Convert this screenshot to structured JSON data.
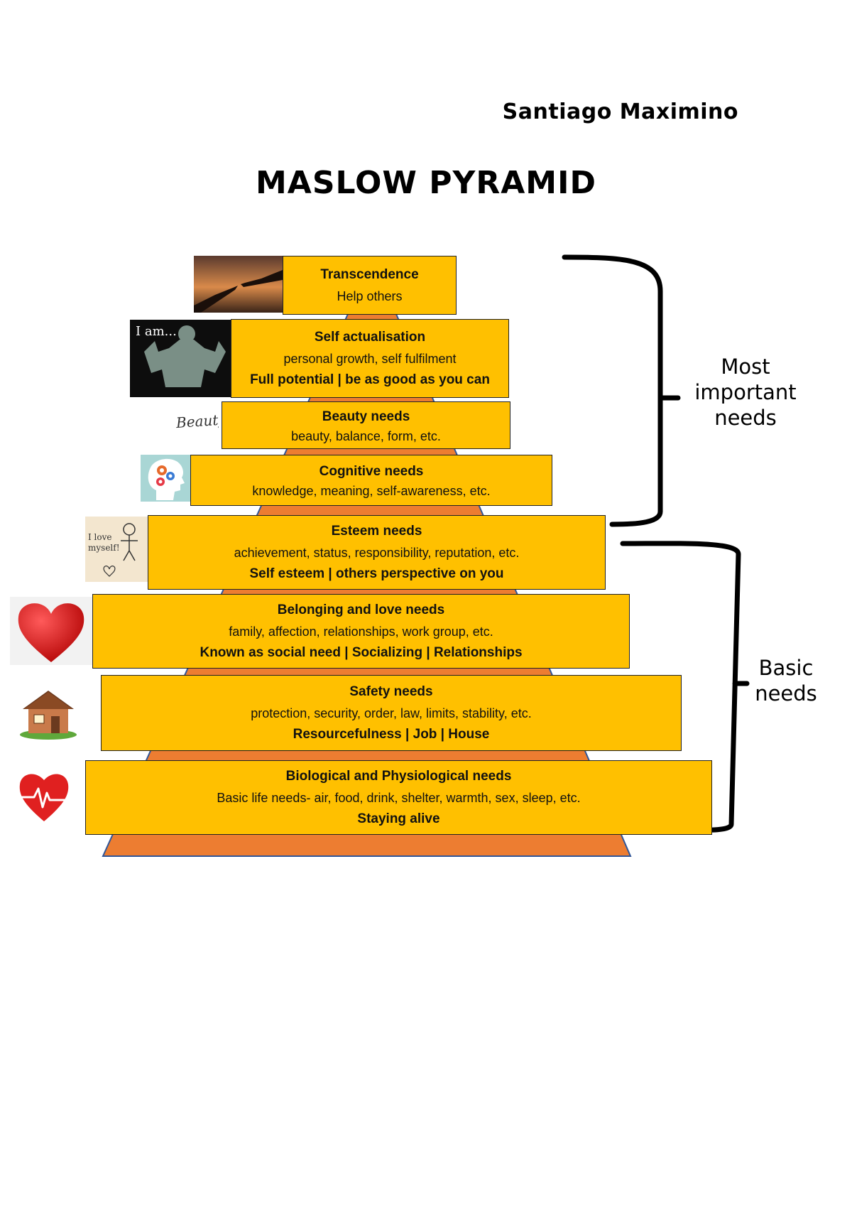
{
  "header": {
    "author": "Santiago Maximino",
    "title": "MASLOW PYRAMID"
  },
  "levels": [
    {
      "heading": "Transcendence",
      "description": "Help others",
      "keywords": ""
    },
    {
      "heading": "Self actualisation",
      "description": "personal growth, self fulfilment",
      "keywords": "Full potential | be as good as you can"
    },
    {
      "heading": "Beauty needs",
      "description": "beauty, balance, form, etc.",
      "keywords": ""
    },
    {
      "heading": "Cognitive needs",
      "description": "knowledge, meaning, self-awareness, etc.",
      "keywords": ""
    },
    {
      "heading": "Esteem needs",
      "description": "achievement, status, responsibility, reputation, etc.",
      "keywords": "Self esteem | others perspective on you"
    },
    {
      "heading": "Belonging and love needs",
      "description": "family, affection, relationships, work group, etc.",
      "keywords": "Known as social need | Socializing | Relationships"
    },
    {
      "heading": "Safety needs",
      "description": "protection, security, order, law, limits, stability, etc.",
      "keywords": "Resourcefulness | Job | House"
    },
    {
      "heading": "Biological and Physiological needs",
      "description": "Basic life needs- air, food, drink, shelter, warmth, sex, sleep, etc.",
      "keywords": "Staying alive"
    }
  ],
  "brackets": {
    "upper": "Most important needs",
    "lower": "Basic needs"
  },
  "images": {
    "i_am_text": "I am...",
    "beauty_text": "Beauty",
    "love_note_text": "I love myself!"
  },
  "colors": {
    "box_fill": "#ffc000",
    "pyramid_fill": "#ed7d31",
    "pyramid_edge": "#2f5597"
  }
}
